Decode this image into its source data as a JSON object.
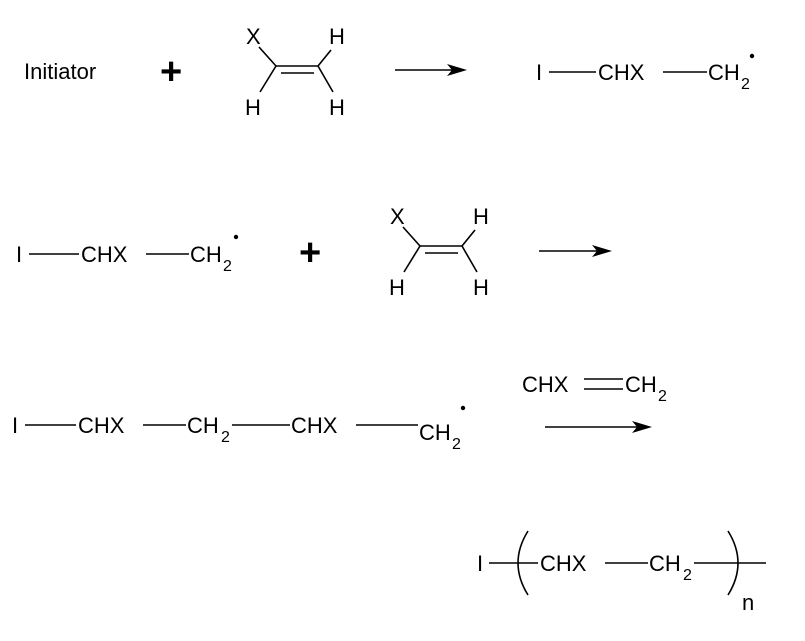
{
  "step1": {
    "initiator": "Initiator",
    "plus": "+",
    "monomer": {
      "x": "X",
      "h1": "H",
      "h2": "H",
      "h3": "H"
    },
    "product": {
      "i": "I",
      "chx": "CHX",
      "ch": "CH",
      "sub": "2"
    }
  },
  "step2": {
    "reactant": {
      "i": "I",
      "chx": "CHX",
      "ch": "CH",
      "sub": "2"
    },
    "plus": "+",
    "monomer": {
      "x": "X",
      "h1": "H",
      "h2": "H",
      "h3": "H"
    }
  },
  "step3": {
    "chain": {
      "i": "I",
      "chx1": "CHX",
      "ch1": "CH",
      "sub1": "2",
      "chx2": "CHX",
      "ch2": "CH",
      "sub2": "2"
    },
    "reagent": {
      "chx": "CHX",
      "ch": "CH",
      "sub": "2"
    }
  },
  "step4": {
    "polymer": {
      "i": "I",
      "chx": "CHX",
      "ch": "CH",
      "sub": "2",
      "n": "n"
    }
  }
}
